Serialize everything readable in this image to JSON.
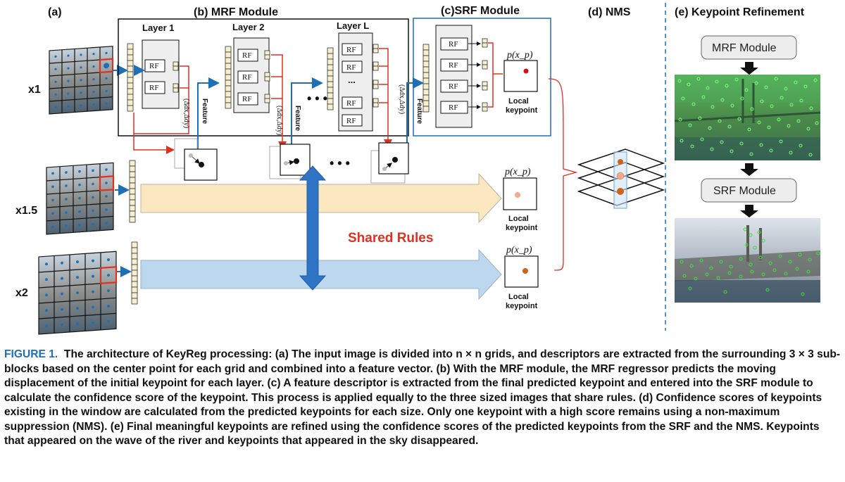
{
  "sections": {
    "a": "(a)",
    "b": "(b) MRF Module",
    "c": "(c)SRF Module",
    "d": "(d) NMS",
    "e": "(e) Keypoint Refinement"
  },
  "layers": [
    "Layer 1",
    "Layer 2",
    "Layer L"
  ],
  "rf_label": "RF",
  "dots_label": "...",
  "ellipsis": "• • •",
  "feature_label": "Feature",
  "delta_label": "(Δdx,Δdy)",
  "scales": [
    "x1",
    "x1.5",
    "x2"
  ],
  "prob_label": "p(x_p)",
  "local_keypoint": [
    "Local",
    "keypoint"
  ],
  "shared_rules": "Shared Rules",
  "refinement": {
    "mrf_button": "MRF Module",
    "srf_button": "SRF Module"
  },
  "colors": {
    "accent_blue": "#1e6fb5",
    "red": "#e03020",
    "yellow_arrow": "#fbe7c0",
    "blue_arrow": "#bcd7ee",
    "keypoint_green": "#3ee03e"
  },
  "caption": {
    "label": "FIGURE 1.",
    "text": "The architecture of KeyReg processing: (a) The input image is divided into n × n grids, and descriptors are extracted from the surrounding 3 × 3 sub-blocks based on the center point for each grid and combined into a feature vector. (b) With the MRF module, the MRF regressor predicts the moving displacement of the initial keypoint for each layer. (c) A feature descriptor is extracted from the final predicted keypoint and entered into the SRF module to calculate the confidence score of the keypoint. This process is applied equally to the three sized images that share rules. (d) Confidence scores of keypoints existing in the window are calculated from the predicted keypoints for each size. Only one keypoint with a high score remains using a non-maximum suppression (NMS). (e) Final meaningful keypoints are refined using the confidence scores of the predicted keypoints from the SRF and the NMS. Keypoints that appeared on the wave of the river and keypoints that appeared in the sky disappeared."
  }
}
